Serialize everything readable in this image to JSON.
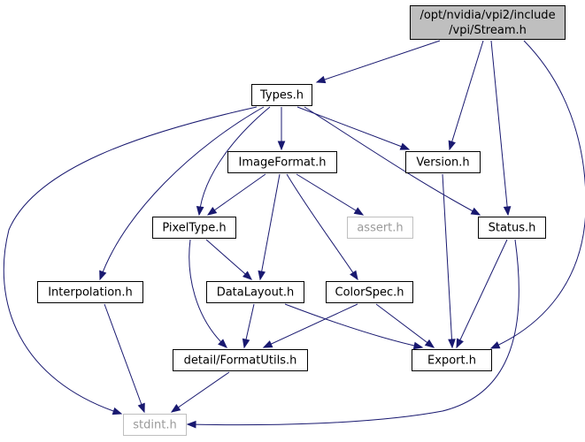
{
  "nodes": {
    "stream": {
      "lines": [
        "/opt/nvidia/vpi2/include",
        "/vpi/Stream.h"
      ],
      "fill": "#bfbfbf",
      "stroke": "#000000",
      "text": "#000000"
    },
    "types": {
      "lines": [
        "Types.h"
      ],
      "fill": "#ffffff",
      "stroke": "#000000",
      "text": "#000000"
    },
    "imageformat": {
      "lines": [
        "ImageFormat.h"
      ],
      "fill": "#ffffff",
      "stroke": "#000000",
      "text": "#000000"
    },
    "version": {
      "lines": [
        "Version.h"
      ],
      "fill": "#ffffff",
      "stroke": "#000000",
      "text": "#000000"
    },
    "pixeltype": {
      "lines": [
        "PixelType.h"
      ],
      "fill": "#ffffff",
      "stroke": "#000000",
      "text": "#000000"
    },
    "assert": {
      "lines": [
        "assert.h"
      ],
      "fill": "#ffffff",
      "stroke": "#bfbfbf",
      "text": "#9a9a9a"
    },
    "status": {
      "lines": [
        "Status.h"
      ],
      "fill": "#ffffff",
      "stroke": "#000000",
      "text": "#000000"
    },
    "interpolation": {
      "lines": [
        "Interpolation.h"
      ],
      "fill": "#ffffff",
      "stroke": "#000000",
      "text": "#000000"
    },
    "datalayout": {
      "lines": [
        "DataLayout.h"
      ],
      "fill": "#ffffff",
      "stroke": "#000000",
      "text": "#000000"
    },
    "colorspec": {
      "lines": [
        "ColorSpec.h"
      ],
      "fill": "#ffffff",
      "stroke": "#000000",
      "text": "#000000"
    },
    "formatutils": {
      "lines": [
        "detail/FormatUtils.h"
      ],
      "fill": "#ffffff",
      "stroke": "#000000",
      "text": "#000000"
    },
    "export": {
      "lines": [
        "Export.h"
      ],
      "fill": "#ffffff",
      "stroke": "#000000",
      "text": "#000000"
    },
    "stdint": {
      "lines": [
        "stdint.h"
      ],
      "fill": "#ffffff",
      "stroke": "#bfbfbf",
      "text": "#9a9a9a"
    }
  },
  "edges": [
    [
      "stream",
      "types"
    ],
    [
      "stream",
      "version"
    ],
    [
      "stream",
      "status"
    ],
    [
      "stream",
      "export"
    ],
    [
      "types",
      "imageformat"
    ],
    [
      "types",
      "version"
    ],
    [
      "types",
      "pixeltype"
    ],
    [
      "types",
      "status"
    ],
    [
      "types",
      "interpolation"
    ],
    [
      "types",
      "stdint"
    ],
    [
      "imageformat",
      "pixeltype"
    ],
    [
      "imageformat",
      "assert"
    ],
    [
      "imageformat",
      "datalayout"
    ],
    [
      "imageformat",
      "colorspec"
    ],
    [
      "version",
      "export"
    ],
    [
      "pixeltype",
      "datalayout"
    ],
    [
      "pixeltype",
      "formatutils"
    ],
    [
      "status",
      "export"
    ],
    [
      "status",
      "stdint"
    ],
    [
      "interpolation",
      "stdint"
    ],
    [
      "datalayout",
      "formatutils"
    ],
    [
      "datalayout",
      "export"
    ],
    [
      "colorspec",
      "formatutils"
    ],
    [
      "colorspec",
      "export"
    ],
    [
      "formatutils",
      "stdint"
    ]
  ],
  "edge_color": "#191970"
}
